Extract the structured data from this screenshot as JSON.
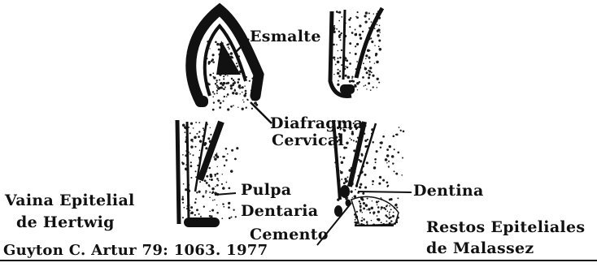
{
  "colors": {
    "ink": "#111111",
    "paper": "#ffffff",
    "stipple": "#1a1a1a"
  },
  "labels": {
    "esmalte": "Esmalte",
    "diafragma_line1": "Diafragma",
    "diafragma_line2": "Cervical",
    "pulpa_line1": "Pulpa",
    "pulpa_line2": "Dentaria",
    "dentina": "Dentina",
    "cemento": "Cemento",
    "vaina_line1": "Vaina Epitelial",
    "vaina_line2": "de Hertwig",
    "restos_line1": "Restos Epiteliales",
    "restos_line2": "de Malassez"
  },
  "citation": "Guyton C. Artur 79: 1063. 1977"
}
